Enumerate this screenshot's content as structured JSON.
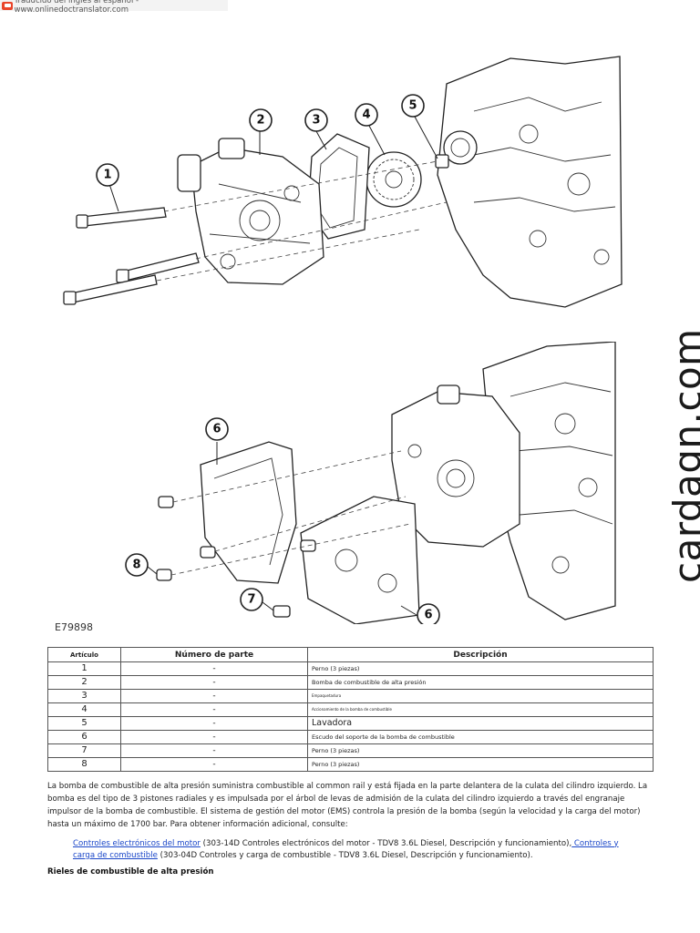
{
  "banner": {
    "text": "Traducido del inglés al español - www.onlinedoctranslator.com",
    "icon": "translator-icon"
  },
  "figure": {
    "code": "E79898",
    "callouts_top": [
      "1",
      "2",
      "3",
      "4",
      "5"
    ],
    "callouts_bottom": [
      "6",
      "6",
      "7",
      "8"
    ]
  },
  "watermark": "cardagn.com",
  "table": {
    "headers": [
      "Artículo",
      "Número de parte",
      "Descripción"
    ],
    "rows": [
      {
        "item": "1",
        "part": "-",
        "desc": "Perno (3 piezas)"
      },
      {
        "item": "2",
        "part": "-",
        "desc": "Bomba de combustible de alta presión"
      },
      {
        "item": "3",
        "part": "-",
        "desc": "Empaquetadura"
      },
      {
        "item": "4",
        "part": "-",
        "desc": "Accionamiento de la bomba de combustible"
      },
      {
        "item": "5",
        "part": "-",
        "desc": "Lavadora"
      },
      {
        "item": "6",
        "part": "-",
        "desc": "Escudo del soporte de la bomba de combustible"
      },
      {
        "item": "7",
        "part": "-",
        "desc": "Perno (3 piezas)"
      },
      {
        "item": "8",
        "part": "-",
        "desc": "Perno (3 piezas)"
      }
    ]
  },
  "body": {
    "paragraph": "La bomba de combustible de alta presión suministra combustible al common rail y está fijada en la parte delantera de la culata del cilindro izquierdo. La bomba es del tipo de 3 pistones radiales y es impulsada por el árbol de levas de admisión de la culata del cilindro izquierdo a través del engranaje impulsor de la bomba de combustible. El sistema de gestión del motor (EMS) controla la presión de la bomba (según la velocidad y la carga del motor) hasta un máximo de 1700 bar. Para obtener información adicional, consulte:",
    "ref1_link": "Controles electrónicos del motor",
    "ref1_text": " (303-14D Controles electrónicos del motor - TDV8 3.6L Diesel, Descripción y funcionamiento),",
    "ref2_link": " Controles y carga de combustible",
    "ref2_text": " (303-04D Controles y carga de combustible - TDV8 3.6L Diesel, Descripción y funcionamiento).",
    "section_title": "Rieles de combustible de alta presión"
  }
}
